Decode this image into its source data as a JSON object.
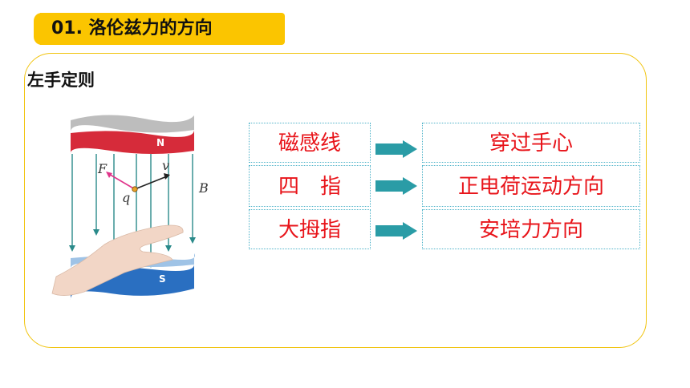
{
  "header": {
    "title": "01. 洛伦兹力的方向"
  },
  "section": {
    "title": "左手定则"
  },
  "figure": {
    "north_label": "N",
    "south_label": "S",
    "force_label": "F",
    "velocity_label": "v",
    "charge_label": "q",
    "field_label": "B"
  },
  "rules": [
    {
      "left": "磁感线",
      "right": "穿过手心"
    },
    {
      "left": "四　指",
      "right": "正电荷运动方向"
    },
    {
      "left": "大拇指",
      "right": "安培力方向"
    }
  ],
  "colors": {
    "accent": "#fbc500",
    "text_red": "#e8141a",
    "arrow": "#2a9ca6",
    "magnet_n": "#d62b3a",
    "magnet_s": "#2a6fc1"
  }
}
